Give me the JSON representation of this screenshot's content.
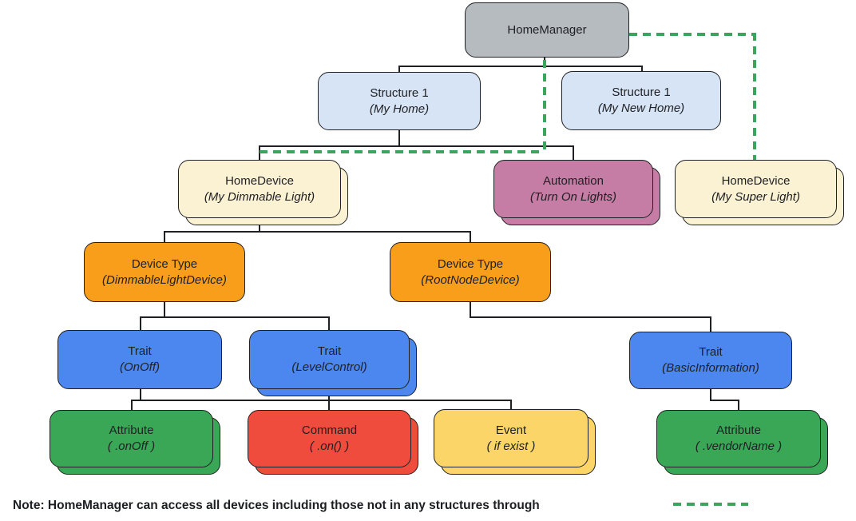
{
  "colors": {
    "homemanager_gray": "#B6BBC0",
    "structure_blue": "#D6E4F5",
    "device_cream": "#FBF2D4",
    "automation_mauve": "#C57CA5",
    "device_type_orange": "#F99E1B",
    "trait_blue": "#4B87EE",
    "attribute_green": "#3AA757",
    "command_red": "#EF4C3D",
    "event_yellow": "#FBD568",
    "dashed_green": "#3BA55D",
    "line_black": "#202124"
  },
  "nodes": {
    "homemanager": {
      "title": "HomeManager"
    },
    "structure_my_home": {
      "title": "Structure 1",
      "subtitle": "(My Home)"
    },
    "structure_my_new_home": {
      "title": "Structure 1",
      "subtitle": "(My New Home)"
    },
    "homedevice_dimmable": {
      "title": "HomeDevice",
      "subtitle": "(My Dimmable Light)"
    },
    "automation": {
      "title": "Automation",
      "subtitle": "(Turn On Lights)"
    },
    "homedevice_super": {
      "title": "HomeDevice",
      "subtitle": "(My Super Light)"
    },
    "devicetype_dimmable": {
      "title": "Device Type",
      "subtitle": "(DimmableLightDevice)"
    },
    "devicetype_rootnode": {
      "title": "Device Type",
      "subtitle": "(RootNodeDevice)"
    },
    "trait_onoff": {
      "title": "Trait",
      "subtitle": "(OnOff)"
    },
    "trait_levelcontrol": {
      "title": "Trait",
      "subtitle": "(LevelControl)"
    },
    "trait_basicinfo": {
      "title": "Trait",
      "subtitle": "(BasicInformation)"
    },
    "attr_onoff": {
      "title": "Attribute",
      "subtitle": "( .onOff )"
    },
    "command_on": {
      "title": "Command",
      "subtitle": "( .on() )"
    },
    "event_ifexist": {
      "title": "Event",
      "subtitle": "( if exist )"
    },
    "attr_vendorname": {
      "title": "Attribute",
      "subtitle": "( .vendorName )"
    }
  },
  "edges": [
    {
      "from": "HomeManager",
      "to": "Structure 1 (My Home)",
      "style": "solid"
    },
    {
      "from": "HomeManager",
      "to": "Structure 1 (My New Home)",
      "style": "solid"
    },
    {
      "from": "Structure 1 (My Home)",
      "to": "HomeDevice (My Dimmable Light)",
      "style": "solid"
    },
    {
      "from": "Structure 1 (My Home)",
      "to": "Automation (Turn On Lights)",
      "style": "solid"
    },
    {
      "from": "HomeManager",
      "to": "HomeDevice (My Dimmable Light)",
      "style": "dashed-green"
    },
    {
      "from": "HomeManager",
      "to": "HomeDevice (My Super Light)",
      "style": "dashed-green"
    },
    {
      "from": "HomeDevice (My Dimmable Light)",
      "to": "Device Type (DimmableLightDevice)",
      "style": "solid"
    },
    {
      "from": "HomeDevice (My Dimmable Light)",
      "to": "Device Type (RootNodeDevice)",
      "style": "solid"
    },
    {
      "from": "Device Type (DimmableLightDevice)",
      "to": "Trait (OnOff)",
      "style": "solid"
    },
    {
      "from": "Device Type (DimmableLightDevice)",
      "to": "Trait (LevelControl)",
      "style": "solid"
    },
    {
      "from": "Device Type (RootNodeDevice)",
      "to": "Trait (BasicInformation)",
      "style": "solid"
    },
    {
      "from": "Trait (OnOff)",
      "to": "Attribute ( .onOff )",
      "style": "solid"
    },
    {
      "from": "Trait (LevelControl)",
      "to": "Command ( .on() )",
      "style": "solid"
    },
    {
      "from": "Trait (LevelControl)",
      "to": "Event ( if exist )",
      "style": "solid"
    },
    {
      "from": "Trait (BasicInformation)",
      "to": "Attribute ( .vendorName )",
      "style": "solid"
    }
  ],
  "note": {
    "text": "Note: HomeManager can access all devices including those not in any structures through"
  }
}
